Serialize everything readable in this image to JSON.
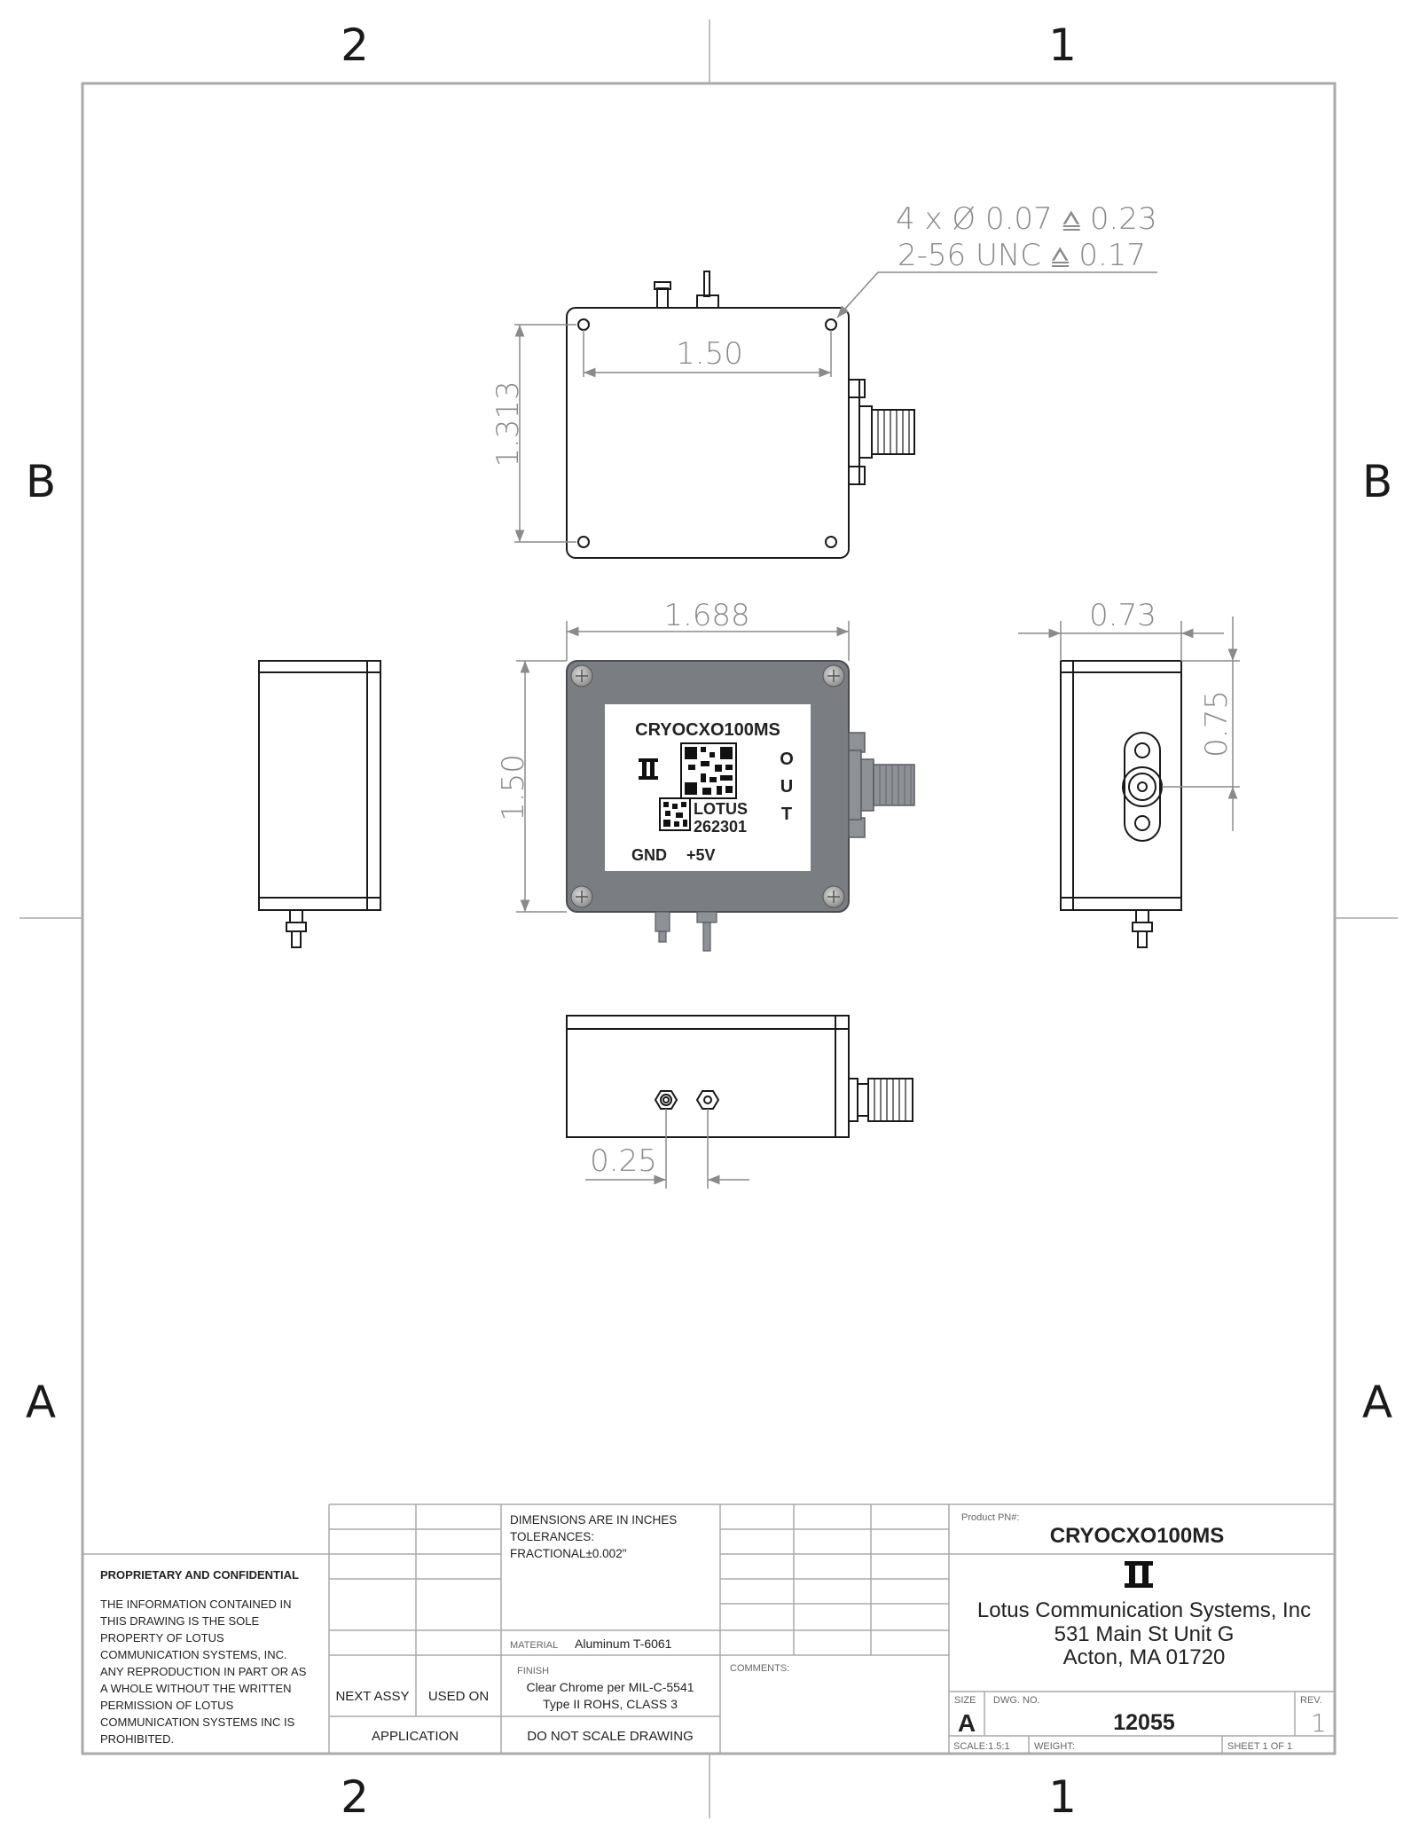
{
  "zones": {
    "top": [
      "2",
      "1"
    ],
    "bottom": [
      "2",
      "1"
    ],
    "left": [
      "B",
      "A"
    ],
    "right": [
      "B",
      "A"
    ]
  },
  "callout": {
    "hole": "4 x Ø 0.07 ⩠ 0.23",
    "thread": "2-56 UNC  ⩠ 0.17"
  },
  "dimensions": {
    "top_width": "1.50",
    "top_height": "1.313",
    "front_width": "1.688",
    "front_height": "1.50",
    "side_width": "0.73",
    "side_height": "0.75",
    "pin_spacing": "0.25"
  },
  "label": {
    "part": "CRYOCXO100MS",
    "brand": "LOTUS",
    "serial": "262301",
    "gnd": "GND",
    "vcc": "+5V",
    "out": [
      "O",
      "U",
      "T"
    ]
  },
  "title_block": {
    "proprietary_title": "PROPRIETARY AND CONFIDENTIAL",
    "proprietary_text": [
      "THE INFORMATION CONTAINED IN",
      "THIS DRAWING IS THE SOLE",
      "PROPERTY OF LOTUS",
      "COMMUNICATION SYSTEMS, INC.",
      "ANY REPRODUCTION IN PART OR AS",
      "A WHOLE WITHOUT THE WRITTEN",
      "PERMISSION OF LOTUS",
      "COMMUNICATION SYSTEMS INC IS",
      "PROHIBITED."
    ],
    "next_assy": "NEXT ASSY",
    "used_on": "USED ON",
    "application": "APPLICATION",
    "dimensions_note": [
      "DIMENSIONS ARE IN INCHES",
      "TOLERANCES:",
      "FRACTIONAL±0.002\""
    ],
    "material_label": "MATERIAL",
    "material_value": "Aluminum T-6061",
    "finish_label": "FINISH",
    "finish_value": [
      "Clear Chrome per MIL-C-5541",
      "Type II ROHS, CLASS 3"
    ],
    "do_not_scale": "DO NOT SCALE DRAWING",
    "comments_label": "COMMENTS:",
    "product_label": "Product PN#:",
    "product_value": "CRYOCXO100MS",
    "company": [
      "Lotus Communication Systems, Inc",
      "531 Main St Unit G",
      "Acton, MA 01720"
    ],
    "size_label": "SIZE",
    "size_value": "A",
    "dwg_label": "DWG.  NO.",
    "dwg_value": "12055",
    "rev_label": "REV.",
    "rev_value": "1",
    "scale": "SCALE:1.5:1",
    "weight": "WEIGHT:",
    "sheet": "SHEET 1 OF 1"
  },
  "colors": {
    "frame": "#aaaaaa",
    "dimension": "#8a8a8a",
    "body_fill": "#7a7d82",
    "outline": "#1a1a1a"
  }
}
